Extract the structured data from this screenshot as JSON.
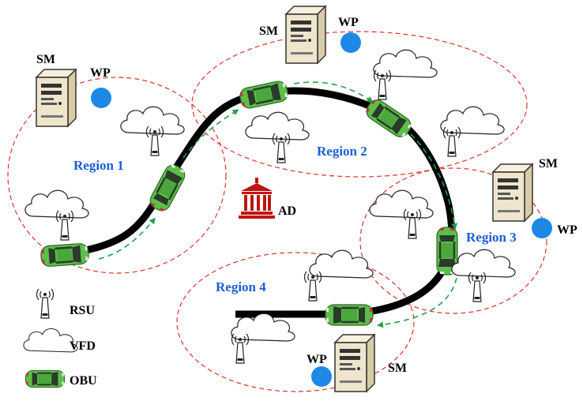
{
  "regions": [
    {
      "id": "region-1",
      "label": "Region 1"
    },
    {
      "id": "region-2",
      "label": "Region 2"
    },
    {
      "id": "region-3",
      "label": "Region 3"
    },
    {
      "id": "region-4",
      "label": "Region 4"
    }
  ],
  "nodes": {
    "sm_label": "SM",
    "wp_label": "WP",
    "ad_label": "AD"
  },
  "legend": {
    "rsu": "RSU",
    "vfd": "VFD",
    "obu": "OBU"
  },
  "colors": {
    "region_border": "#e0312c",
    "region_label": "#1a5fd6",
    "road": "#000000",
    "car_body": "#5cbf4a",
    "car_glass": "#2b3a2b",
    "trajectory": "#1fa34a",
    "wp_dot": "#1e88e5",
    "ad_building": "#c0140f",
    "server": "#efe5cc"
  },
  "icons": [
    "server-icon",
    "cloud-icon",
    "antenna-icon",
    "car-icon",
    "authority-building-icon",
    "wp-dot-icon"
  ]
}
